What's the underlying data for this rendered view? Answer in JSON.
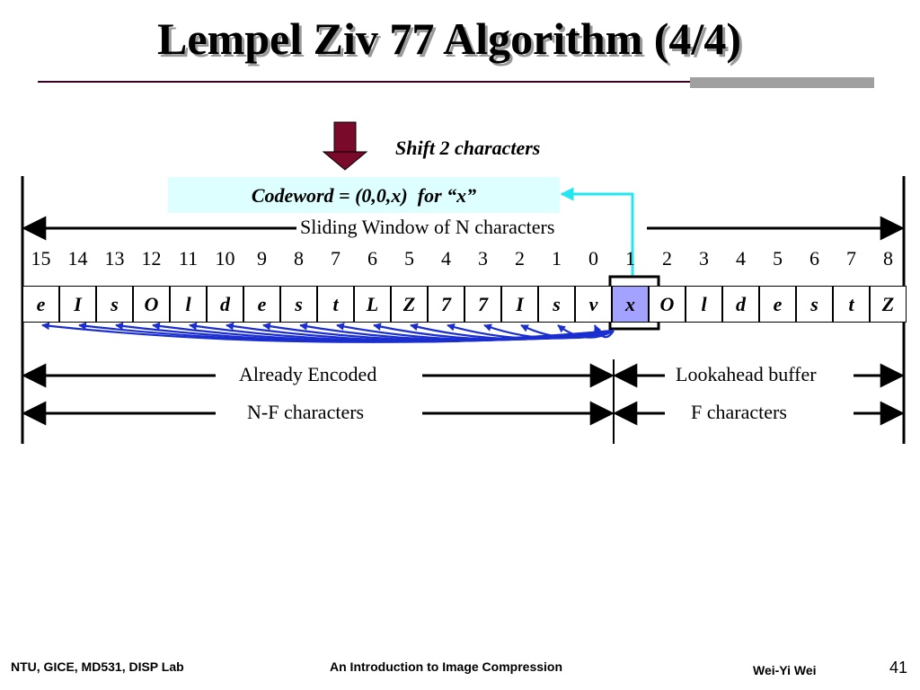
{
  "title": "Lempel Ziv 77 Algorithm (4/4)",
  "shift_label": "Shift 2 characters",
  "codeword": "Codeword = (0,0,x)  for “x”",
  "sliding_window_label": "Sliding Window of N characters",
  "positions": [
    "15",
    "14",
    "13",
    "12",
    "11",
    "10",
    "9",
    "8",
    "7",
    "6",
    "5",
    "4",
    "3",
    "2",
    "1",
    "0",
    "1",
    "2",
    "3",
    "4",
    "5",
    "6",
    "7",
    "8"
  ],
  "characters": [
    "e",
    "I",
    "s",
    "O",
    "l",
    "d",
    "e",
    "s",
    "t",
    "L",
    "Z",
    "7",
    "7",
    "I",
    "s",
    "v",
    "x",
    "O",
    "l",
    "d",
    "e",
    "s",
    "t",
    "Z"
  ],
  "highlighted_index": 16,
  "already_encoded_label": "Already Encoded",
  "lookahead_label": "Lookahead buffer",
  "nf_label": "N-F characters",
  "f_label": "F characters",
  "colors": {
    "arrow": "#7a0a2a",
    "pointer": "#22e6f0",
    "highlight": "#a3a3ff",
    "match_arrows": "#1b2ecf",
    "codeword_bg": "#ddffff"
  },
  "footer": {
    "left": "NTU, GICE, MD531, DISP Lab",
    "center": "An Introduction to Image Compression",
    "author": "Wei-Yi Wei",
    "page": "41"
  }
}
